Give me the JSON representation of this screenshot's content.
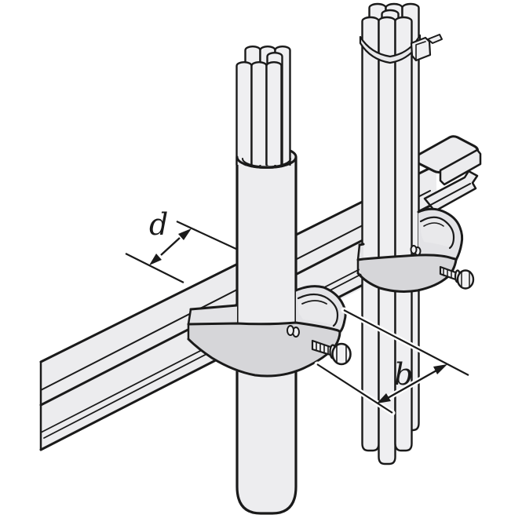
{
  "figure": {
    "type": "technical-illustration",
    "description": "Two cable clamps fastened to a C-profile mounting rail: the left clamp holds a large multi-core cable (seven inner wires exposed at top), the right clamp holds a bundle of seven conduits secured with a cable tie; dimension arrows mark cable diameter d and bundle width b",
    "dimension_labels": {
      "diameter": "d",
      "width": "b"
    },
    "colors": {
      "outline": "#1a1a1a",
      "surface_light": "#ececee",
      "surface_cable": "#efeff1",
      "clamp_top": "#e3e3e6",
      "clamp_band": "#d6d6d9",
      "saddle": "#e9e9eb",
      "background": "#ffffff"
    }
  }
}
